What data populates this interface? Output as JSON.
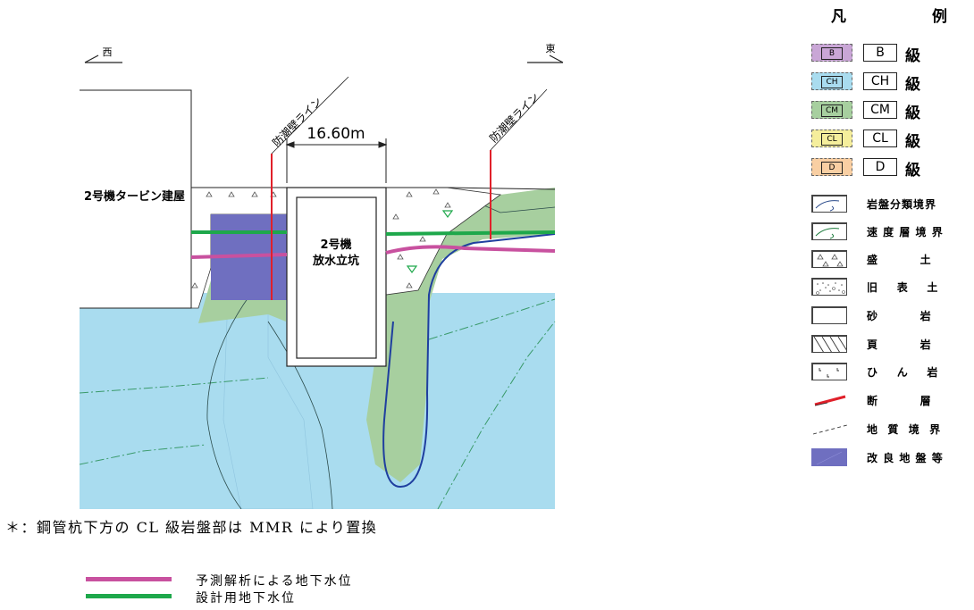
{
  "section": {
    "west_label": "西",
    "east_label": "東",
    "seawall_label_left": "防潮壁ライン",
    "seawall_label_right": "防潮壁ライン",
    "dimension_label": "16.60m",
    "building_label": "2号機タービン建屋",
    "shaft_label_line1": "2号機",
    "shaft_label_line2": "放水立坑"
  },
  "legend": {
    "title_1": "凡",
    "title_2": "例",
    "grades": [
      {
        "inner": "B",
        "code": "B",
        "suffix": "級",
        "color": "#c9a6d6"
      },
      {
        "inner": "CH",
        "code": "CH",
        "suffix": "級",
        "color": "#a9dcef"
      },
      {
        "inner": "CM",
        "code": "CM",
        "suffix": "級",
        "color": "#a7cf9f"
      },
      {
        "inner": "CL",
        "code": "CL",
        "suffix": "級",
        "color": "#f5ee9c"
      },
      {
        "inner": "D",
        "code": "D",
        "suffix": "級",
        "color": "#f9cfa3"
      }
    ],
    "symbols": [
      {
        "name": "rock-boundary",
        "label": "岩盤分類境界"
      },
      {
        "name": "velocity-boundary",
        "label": "速 度 層 境 界"
      },
      {
        "name": "fill",
        "label": "盛         土"
      },
      {
        "name": "old-surface",
        "label": "旧    表    土"
      },
      {
        "name": "sandstone",
        "label": "砂         岩"
      },
      {
        "name": "shale",
        "label": "頁         岩"
      },
      {
        "name": "porphyrite",
        "label": "ひ    ん    岩"
      },
      {
        "name": "fault",
        "label": "断         層"
      },
      {
        "name": "geologic-boundary",
        "label": "地  質  境  界"
      },
      {
        "name": "improved-ground",
        "label": "改 良 地 盤 等"
      }
    ]
  },
  "note": "＊：鋼管杭下方の CL 級岩盤部は MMR により置換",
  "water_levels": [
    {
      "label": "予測解析による地下水位",
      "color": "#c8519f"
    },
    {
      "label": "設計用地下水位",
      "color": "#1ea84b"
    }
  ],
  "colors": {
    "ch_rock": "#a9dcef",
    "cm_rock": "#a7cf9f",
    "improved": "#6f6fc0",
    "seawall": "#e0202a",
    "velocity_boundary": "#1f3f9f"
  }
}
